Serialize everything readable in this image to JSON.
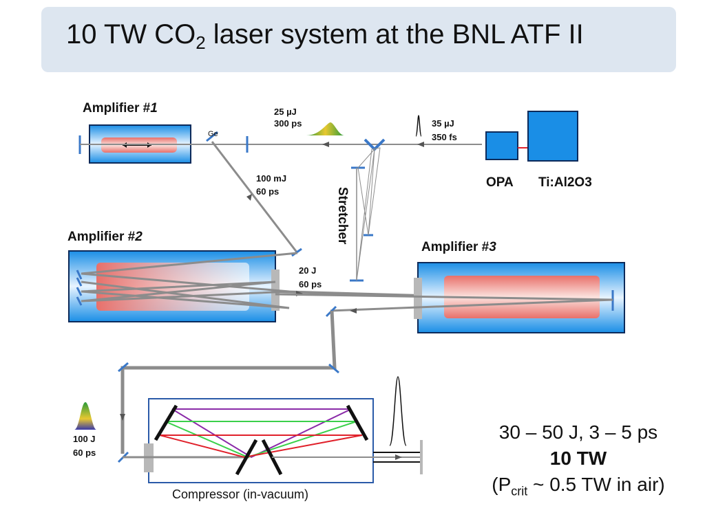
{
  "title": {
    "main": "10 TW CO",
    "sub": "2",
    "rest": " laser system at the BNL ATF II"
  },
  "labels": {
    "amp1": "Amplifier #",
    "amp1_num": "1",
    "amp2": "Amplifier #",
    "amp2_num": "2",
    "amp3": "Amplifier #",
    "amp3_num": "3",
    "ge": "Ge",
    "pulse1_energy": "25 µJ",
    "pulse1_duration": "300 ps",
    "seed_energy": "35 µJ",
    "seed_duration": "350 fs",
    "opa": "OPA",
    "tisapph": "Ti:Al2O3",
    "stretcher": "Stretcher",
    "pulse2_energy": "100 mJ",
    "pulse2_duration": "60 ps",
    "pulse3_energy": "20 J",
    "pulse3_duration": "60 ps",
    "pulse4_energy": "100 J",
    "pulse4_duration": "60 ps",
    "compressor": "Compressor (in-vacuum)"
  },
  "spec": {
    "line1": "30 – 50 J, 3 – 5 ps",
    "line2": "10 TW",
    "line3_pre": "(P",
    "line3_sub": "crit",
    "line3_post": " ~ 0.5 TW in air)"
  },
  "colors": {
    "title_bg": "#dde6f0",
    "box_blue": "#1a8ee6",
    "laser_red": "#e8706a",
    "beam_gray": "#8c8c8c",
    "mirror_blue": "#3a78c8",
    "grating_purple": "#8a2aa8",
    "grating_green": "#3ad04a",
    "grating_red": "#e0202a"
  }
}
